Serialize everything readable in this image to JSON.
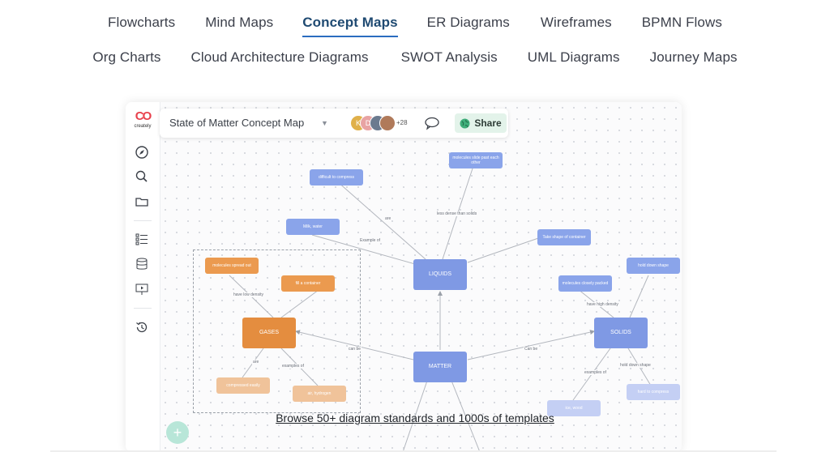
{
  "tabs_row1": [
    {
      "label": "Flowcharts",
      "active": false
    },
    {
      "label": "Mind Maps",
      "active": false
    },
    {
      "label": "Concept Maps",
      "active": true
    },
    {
      "label": "ER Diagrams",
      "active": false
    },
    {
      "label": "Wireframes",
      "active": false
    },
    {
      "label": "BPMN Flows",
      "active": false
    }
  ],
  "tabs_row2": [
    {
      "label": "Org Charts"
    },
    {
      "label": "Cloud Architecture Diagrams"
    },
    {
      "label": "SWOT Analysis"
    },
    {
      "label": "UML Diagrams"
    },
    {
      "label": "Journey Maps"
    }
  ],
  "editor": {
    "logo_text": "creately",
    "doc_title": "State of Matter Concept Map",
    "collaborators_extra": "+28",
    "avatar_initials": [
      "K",
      "D"
    ],
    "share_label": "Share"
  },
  "concept_map": {
    "nodes": {
      "liquids": "LIQUIDS",
      "gases": "GASES",
      "solids": "SOLIDS",
      "matter": "MATTER",
      "difficult": "difficult to compress",
      "milk": "Milk, water",
      "slide": "molecules slide past each other",
      "take_shape": "Take shape of container",
      "spread": "molecules spread out",
      "fill": "fill a container",
      "hold": "hold down shape",
      "closely": "molecules closely packed",
      "compressed": "compressed easily",
      "air": "air, hydrogen",
      "ice": "ice, wood",
      "hardto": "hard to compress"
    },
    "edges": {
      "are": "are",
      "less_dense": "less dense than solids",
      "example_of": "Example of",
      "low_density": "have low density",
      "can_be_left": "can be",
      "can_be_right": "Can be",
      "high_density": "have high density",
      "are2": "are",
      "examples_of": "examples of",
      "examples_of2": "examples of",
      "hold_shape": "hold down shape"
    }
  },
  "browse_text": "Browse 50+ diagram standards and 1000s of templates",
  "colors": {
    "accent": "#2a6cc0",
    "blue_node": "#8aa4ea",
    "orange_node": "#e48d3f",
    "share_bg": "#e3f3ea",
    "logo_red": "#e8414c"
  }
}
